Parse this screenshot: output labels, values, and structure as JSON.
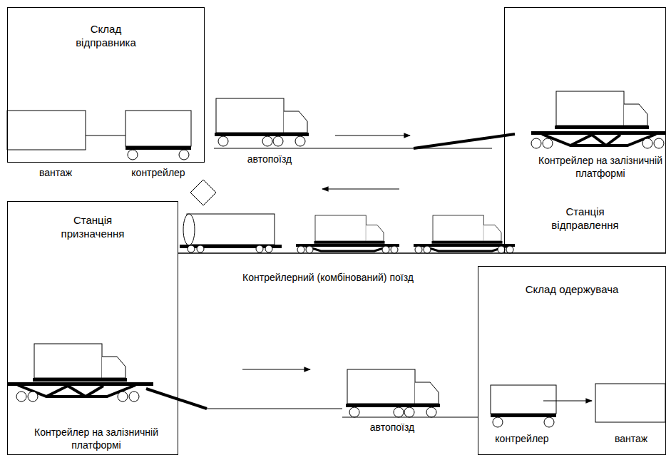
{
  "diagram": {
    "nodes": [
      {
        "text": [
          "Склад відправника"
        ]
      },
      {
        "text": [
          "Станція відправлення"
        ]
      },
      {
        "text": [
          "Станція призначення"
        ]
      },
      {
        "text": [
          "Склад одержувача"
        ]
      }
    ],
    "labels": [
      "вантаж",
      "контрейлер",
      "автопоїзд",
      "Контрейлер на залізничній платформі",
      "Контрейлерний (комбінований) поїзд",
      "автопоїзд",
      "контрейлер",
      "вантаж",
      "Контрейлер на залізничній платформі"
    ]
  }
}
